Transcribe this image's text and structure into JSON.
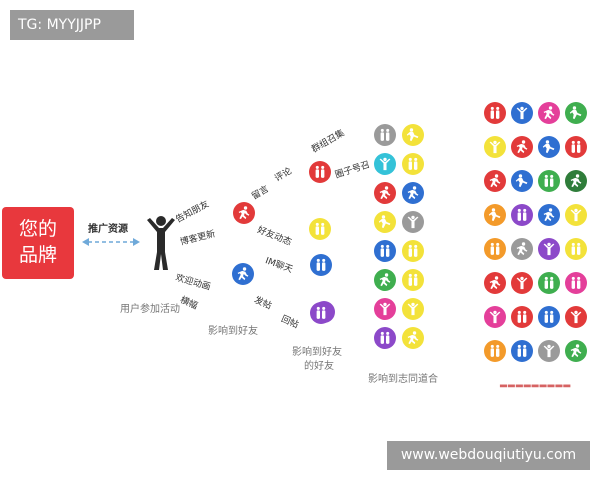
{
  "watermark_top": "TG: MYYJJPP",
  "watermark_bottom": "www.webdouqiutiyu.com",
  "brand": {
    "line1": "您的",
    "line2": "品牌"
  },
  "labels": {
    "push_resources": "推广资源",
    "notify_friends": "告知朋友",
    "blog_update": "博客更新",
    "welcome_event": "欢迎动画",
    "banner": "横幅",
    "user_participation": "用户参加活动",
    "comment_leave": "留言",
    "comment": "评论",
    "friend_dynamic": "好友动态",
    "im_chat": "IM聊天",
    "post": "发帖",
    "reply": "回帖",
    "influence_friends": "影响到好友",
    "community_group": "群组召集",
    "circle_call": "圈子号召",
    "influence_friends_of_friends_1": "影响到好友",
    "influence_friends_of_friends_2": "的好友",
    "influence_like_minded": "影响到志同道合"
  },
  "colors": {
    "red": "#e23a3a",
    "blue": "#2f6fd1",
    "yellow": "#f3e23a",
    "purple": "#8c49c9",
    "green": "#3fae4f",
    "pink": "#e43f9a",
    "cyan": "#34c2d8",
    "orange": "#f39a2a",
    "gray": "#9a9a9a",
    "darkgreen": "#2f7d3a",
    "brand_red": "#e8383d",
    "arrow_blue": "#6fa9d9"
  },
  "icons": {
    "level1": [
      {
        "color": "red",
        "glyph": "runner"
      },
      {
        "color": "blue",
        "glyph": "runner"
      },
      {
        "color": "purple",
        "glyph": "pair"
      }
    ],
    "level2": [
      {
        "color": "red",
        "glyph": "pair"
      },
      {
        "color": "yellow",
        "glyph": "pair"
      },
      {
        "color": "blue",
        "glyph": "pair"
      },
      {
        "color": "purple",
        "glyph": "pair"
      }
    ],
    "column_a": [
      "gray",
      "cyan",
      "red",
      "yellow",
      "blue",
      "green",
      "pink",
      "purple"
    ],
    "column_b": [
      "yellow",
      "yellow",
      "blue",
      "gray",
      "yellow",
      "yellow",
      "yellow",
      "yellow"
    ],
    "grid": [
      [
        "red",
        "blue",
        "pink",
        "green"
      ],
      [
        "yellow",
        "red",
        "blue",
        "red"
      ],
      [
        "red",
        "blue",
        "green",
        "darkgreen"
      ],
      [
        "orange",
        "purple",
        "blue",
        "yellow"
      ],
      [
        "orange",
        "gray",
        "purple",
        "yellow"
      ],
      [
        "red",
        "red",
        "green",
        "pink"
      ],
      [
        "pink",
        "red",
        "blue",
        "red"
      ],
      [
        "orange",
        "blue",
        "gray",
        "green"
      ]
    ]
  }
}
